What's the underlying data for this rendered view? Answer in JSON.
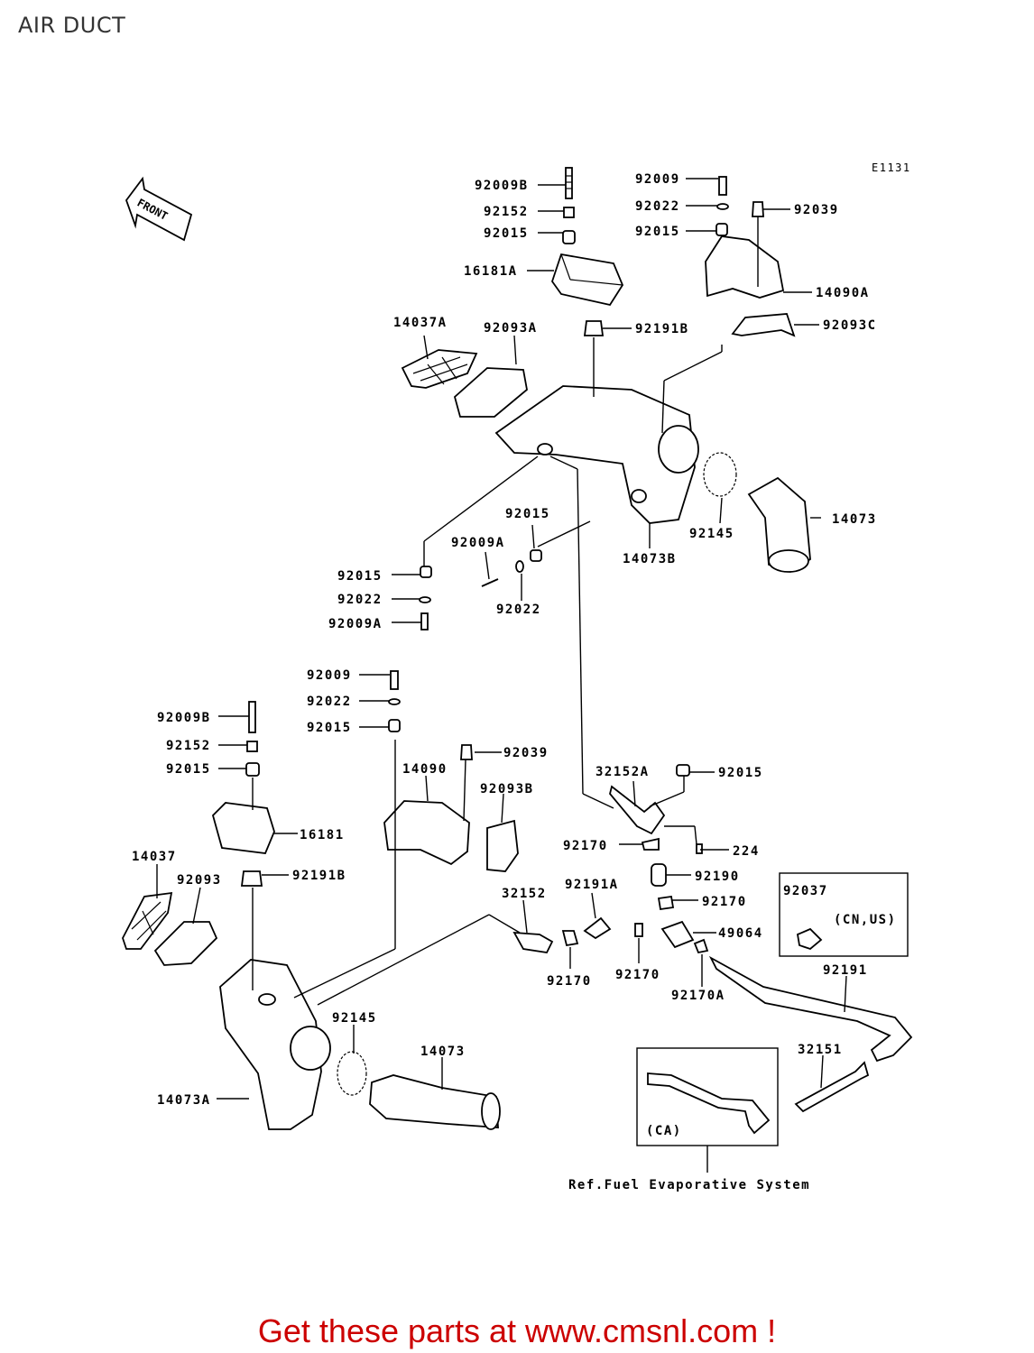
{
  "header": {
    "title": "AIR DUCT"
  },
  "diagram": {
    "code": "E1131",
    "front_label": "FRONT",
    "region_cn_us": "(CN,US)",
    "region_ca": "(CA)",
    "ref_note": "Ref.Fuel Evaporative System",
    "callouts": [
      {
        "id": "92009B-top",
        "text": "92009B"
      },
      {
        "id": "92152-top",
        "text": "92152"
      },
      {
        "id": "92015-top",
        "text": "92015"
      },
      {
        "id": "16181A",
        "text": "16181A"
      },
      {
        "id": "92009-tr",
        "text": "92009"
      },
      {
        "id": "92022-tr",
        "text": "92022"
      },
      {
        "id": "92015-tr",
        "text": "92015"
      },
      {
        "id": "92039-tr",
        "text": "92039"
      },
      {
        "id": "14090A",
        "text": "14090A"
      },
      {
        "id": "92093C",
        "text": "92093C"
      },
      {
        "id": "14037A",
        "text": "14037A"
      },
      {
        "id": "92093A",
        "text": "92093A"
      },
      {
        "id": "92191B-top",
        "text": "92191B"
      },
      {
        "id": "92145-top",
        "text": "92145"
      },
      {
        "id": "14073-top",
        "text": "14073"
      },
      {
        "id": "14073B",
        "text": "14073B"
      },
      {
        "id": "92015-mid",
        "text": "92015"
      },
      {
        "id": "92009A-mid",
        "text": "92009A"
      },
      {
        "id": "92022-mid",
        "text": "92022"
      },
      {
        "id": "92015-left",
        "text": "92015"
      },
      {
        "id": "92022-left",
        "text": "92022"
      },
      {
        "id": "92009A-left",
        "text": "92009A"
      },
      {
        "id": "92009-bl",
        "text": "92009"
      },
      {
        "id": "92022-bl",
        "text": "92022"
      },
      {
        "id": "92015-bl",
        "text": "92015"
      },
      {
        "id": "92009B-bl",
        "text": "92009B"
      },
      {
        "id": "92152-bl",
        "text": "92152"
      },
      {
        "id": "92015-bl2",
        "text": "92015"
      },
      {
        "id": "92039-bl",
        "text": "92039"
      },
      {
        "id": "14090",
        "text": "14090"
      },
      {
        "id": "92093B",
        "text": "92093B"
      },
      {
        "id": "16181",
        "text": "16181"
      },
      {
        "id": "14037",
        "text": "14037"
      },
      {
        "id": "92093",
        "text": "92093"
      },
      {
        "id": "92191B-bl",
        "text": "92191B"
      },
      {
        "id": "32152A",
        "text": "32152A"
      },
      {
        "id": "92015-r",
        "text": "92015"
      },
      {
        "id": "92170-a",
        "text": "92170"
      },
      {
        "id": "224",
        "text": "224"
      },
      {
        "id": "92190",
        "text": "92190"
      },
      {
        "id": "92191A",
        "text": "92191A"
      },
      {
        "id": "92170-b",
        "text": "92170"
      },
      {
        "id": "32152",
        "text": "32152"
      },
      {
        "id": "49064",
        "text": "49064"
      },
      {
        "id": "92170-c",
        "text": "92170"
      },
      {
        "id": "92170-d",
        "text": "92170"
      },
      {
        "id": "92170A",
        "text": "92170A"
      },
      {
        "id": "92037",
        "text": "92037"
      },
      {
        "id": "92191",
        "text": "92191"
      },
      {
        "id": "92145-bl",
        "text": "92145"
      },
      {
        "id": "14073-bl",
        "text": "14073"
      },
      {
        "id": "14073A",
        "text": "14073A"
      },
      {
        "id": "32151",
        "text": "32151"
      }
    ]
  },
  "footer": {
    "text": "Get these parts at www.cmsnl.com !"
  }
}
